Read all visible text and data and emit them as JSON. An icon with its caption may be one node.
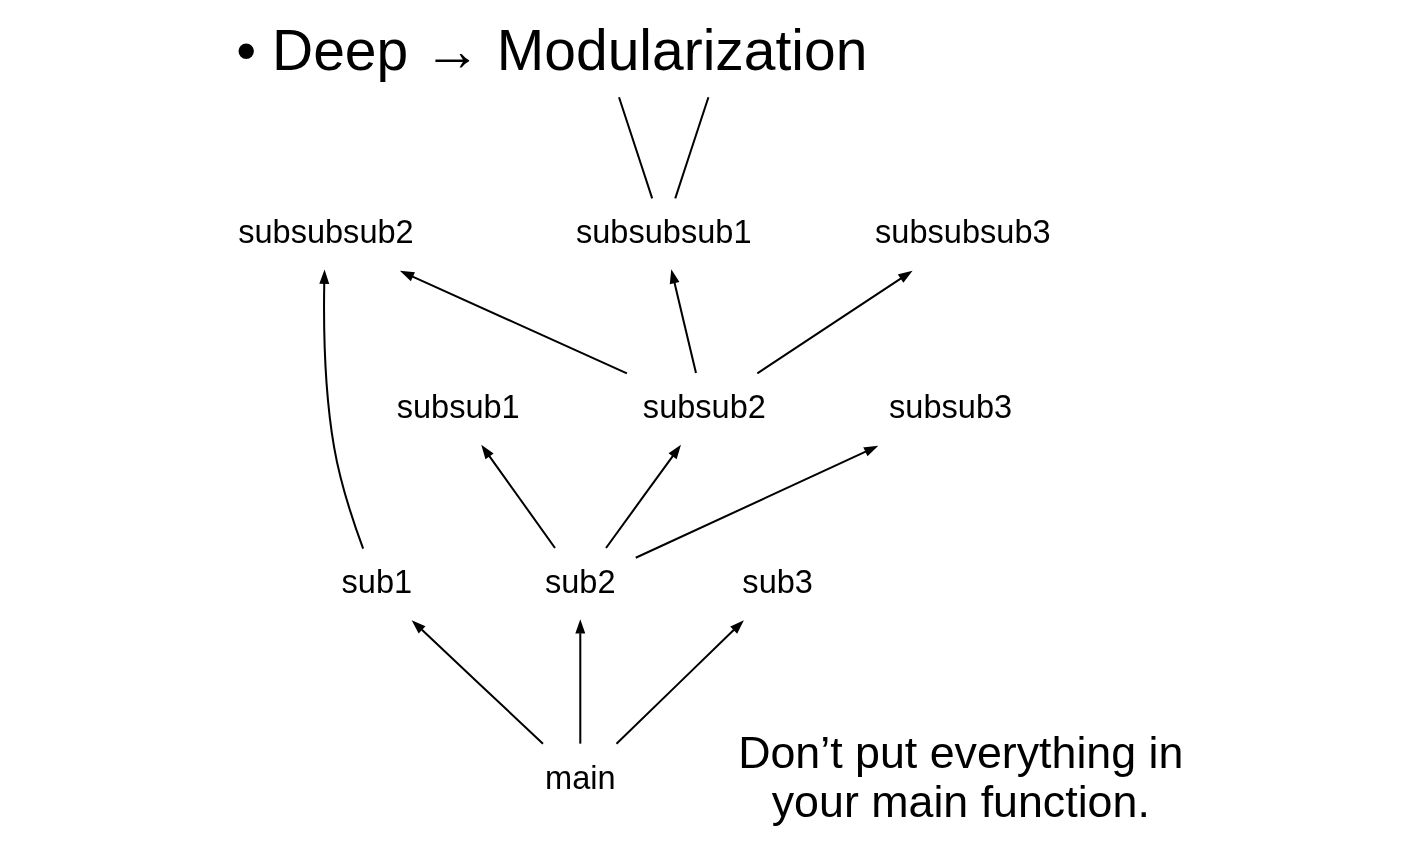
{
  "diagram": {
    "title": "• Deep → Modularization",
    "nodes": [
      {
        "text": [
          "subsubsub1"
        ]
      },
      {
        "text": [
          "subsubsub2"
        ]
      },
      {
        "text": [
          "subsubsub3"
        ]
      },
      {
        "text": [
          "subsub1"
        ]
      },
      {
        "text": [
          "subsub2"
        ]
      },
      {
        "text": [
          "subsub3"
        ]
      },
      {
        "text": [
          "sub1"
        ]
      },
      {
        "text": [
          "sub2"
        ]
      },
      {
        "text": [
          "sub3"
        ]
      },
      {
        "text": [
          "main"
        ]
      }
    ],
    "edges": [
      {
        "from": 0,
        "to": null,
        "arrow": "none"
      },
      {
        "from": 0,
        "to": null,
        "arrow": "none"
      },
      {
        "from": 9,
        "to": 6,
        "arrow": "to"
      },
      {
        "from": 9,
        "to": 7,
        "arrow": "to"
      },
      {
        "from": 9,
        "to": 8,
        "arrow": "to"
      },
      {
        "from": 6,
        "to": 1,
        "arrow": "to"
      },
      {
        "from": 7,
        "to": 3,
        "arrow": "to"
      },
      {
        "from": 7,
        "to": 4,
        "arrow": "to"
      },
      {
        "from": 7,
        "to": 5,
        "arrow": "to"
      },
      {
        "from": 4,
        "to": 0,
        "arrow": "to"
      },
      {
        "from": 4,
        "to": 1,
        "arrow": "to"
      },
      {
        "from": 4,
        "to": 2,
        "arrow": "to"
      }
    ],
    "labels": [
      "Don’t put everything in your main function."
    ]
  }
}
